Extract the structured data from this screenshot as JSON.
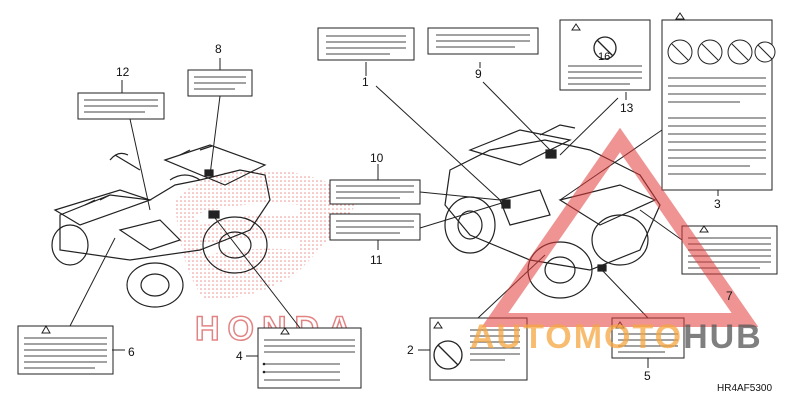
{
  "diagram": {
    "part_code": "HR4AF5300",
    "callouts": [
      "1",
      "2",
      "3",
      "4",
      "5",
      "6",
      "7",
      "8",
      "9",
      "10",
      "11",
      "12",
      "13",
      "16"
    ],
    "watermark": {
      "text_primary": "AUTOMOTO",
      "text_secondary": "HUB",
      "color_primary": "#f5a640",
      "color_secondary": "#555555",
      "triangle_color": "#e23b3b"
    },
    "background_logo": {
      "text": "HONDA",
      "color": "#cc1f1f"
    }
  }
}
